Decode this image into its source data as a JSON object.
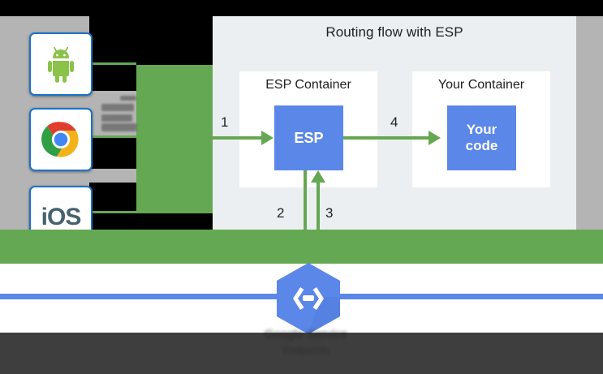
{
  "diagram": {
    "title": "Routing flow with ESP",
    "containers": [
      {
        "label": "ESP Container",
        "box_label": "ESP"
      },
      {
        "label": "Your Container",
        "box_label_line1": "Your",
        "box_label_line2": "code"
      }
    ],
    "step_numbers": [
      "1",
      "2",
      "3",
      "4"
    ],
    "colors": {
      "panel_bg": "#eceff1",
      "card_bg": "#ffffff",
      "box_blue": "#5b87e8",
      "arrow_green": "#65a853",
      "band_green": "#65a853",
      "rule_blue": "#5b87e8",
      "gray_strip": "#b4b4b4",
      "text": "#202124"
    }
  },
  "clients": {
    "items": [
      {
        "name": "android",
        "icon": "android-icon",
        "label": ""
      },
      {
        "name": "chrome",
        "icon": "chrome-icon",
        "label": ""
      },
      {
        "name": "ios",
        "icon": "ios-icon",
        "label": "iOS"
      }
    ]
  },
  "footer": {
    "logo_icon": "cloud-endpoints-hexagon-icon",
    "caption": "Google Service",
    "caption_sub": "Endpoints"
  }
}
